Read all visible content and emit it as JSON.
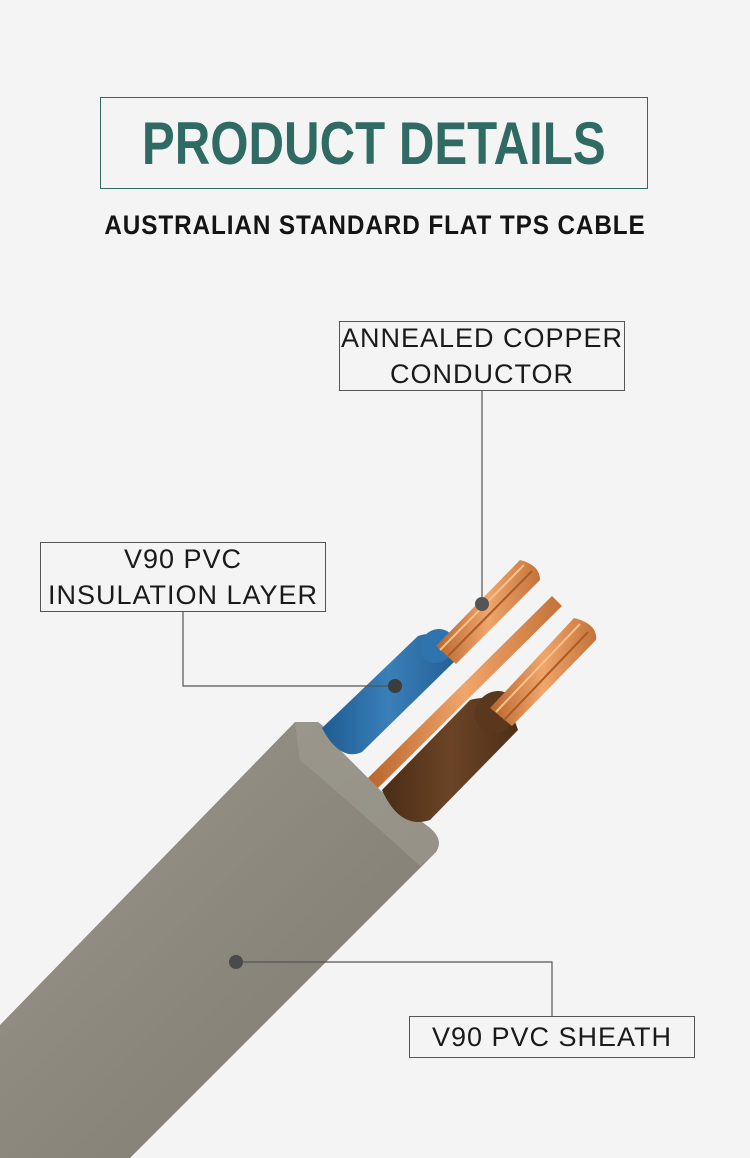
{
  "header": {
    "title": "PRODUCT DETAILS",
    "subtitle": "AUSTRALIAN STANDARD FLAT TPS CABLE"
  },
  "labels": {
    "copper_line1": "ANNEALED COPPER",
    "copper_line2": "CONDUCTOR",
    "insulation_line1": "V90 PVC",
    "insulation_line2": "INSULATION LAYER",
    "sheath": "V90 PVC SHEATH"
  },
  "colors": {
    "title": "#2f6b62",
    "sheath": "#878378",
    "blue_insulation": "#2d6fa5",
    "brown_insulation": "#5e3a1e",
    "copper": "#d9894e"
  }
}
